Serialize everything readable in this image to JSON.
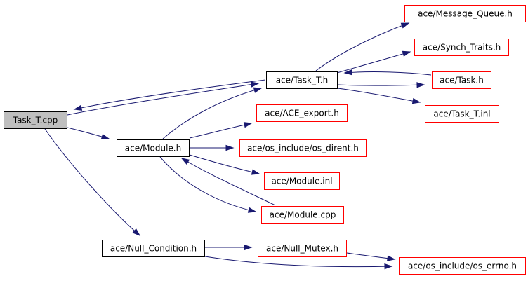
{
  "diagram": {
    "colors": {
      "edge": "#191970",
      "root_fill": "#bfbfbf",
      "root_border": "#000000",
      "internal_border": "#000000",
      "external_border": "#ff0000",
      "node_fill": "#ffffff"
    },
    "nodes": [
      {
        "id": "task_t_cpp",
        "label": "Task_T.cpp",
        "kind": "root"
      },
      {
        "id": "task_t_h",
        "label": "ace/Task_T.h",
        "kind": "internal"
      },
      {
        "id": "module_h",
        "label": "ace/Module.h",
        "kind": "internal"
      },
      {
        "id": "null_condition_h",
        "label": "ace/Null_Condition.h",
        "kind": "internal"
      },
      {
        "id": "message_queue_h",
        "label": "ace/Message_Queue.h",
        "kind": "external"
      },
      {
        "id": "synch_traits_h",
        "label": "ace/Synch_Traits.h",
        "kind": "external"
      },
      {
        "id": "task_h",
        "label": "ace/Task.h",
        "kind": "external"
      },
      {
        "id": "task_t_inl",
        "label": "ace/Task_T.inl",
        "kind": "external"
      },
      {
        "id": "ace_export_h",
        "label": "ace/ACE_export.h",
        "kind": "external"
      },
      {
        "id": "os_dirent_h",
        "label": "ace/os_include/os_dirent.h",
        "kind": "external"
      },
      {
        "id": "module_inl",
        "label": "ace/Module.inl",
        "kind": "external"
      },
      {
        "id": "module_cpp",
        "label": "ace/Module.cpp",
        "kind": "external"
      },
      {
        "id": "null_mutex_h",
        "label": "ace/Null_Mutex.h",
        "kind": "external"
      },
      {
        "id": "os_errno_h",
        "label": "ace/os_include/os_errno.h",
        "kind": "external"
      }
    ],
    "edges": [
      {
        "from": "task_t_cpp",
        "to": "task_t_h"
      },
      {
        "from": "task_t_cpp",
        "to": "module_h"
      },
      {
        "from": "task_t_cpp",
        "to": "null_condition_h"
      },
      {
        "from": "task_t_h",
        "to": "message_queue_h"
      },
      {
        "from": "task_t_h",
        "to": "synch_traits_h"
      },
      {
        "from": "task_t_h",
        "to": "task_h"
      },
      {
        "from": "task_t_h",
        "to": "task_t_inl"
      },
      {
        "from": "task_t_h",
        "to": "task_t_cpp"
      },
      {
        "from": "task_h",
        "to": "task_t_h"
      },
      {
        "from": "module_h",
        "to": "ace_export_h"
      },
      {
        "from": "module_h",
        "to": "os_dirent_h"
      },
      {
        "from": "module_h",
        "to": "module_inl"
      },
      {
        "from": "module_h",
        "to": "module_cpp"
      },
      {
        "from": "module_h",
        "to": "task_t_h"
      },
      {
        "from": "module_cpp",
        "to": "module_h"
      },
      {
        "from": "null_condition_h",
        "to": "null_mutex_h"
      },
      {
        "from": "null_condition_h",
        "to": "os_errno_h"
      },
      {
        "from": "null_mutex_h",
        "to": "os_errno_h"
      }
    ]
  }
}
